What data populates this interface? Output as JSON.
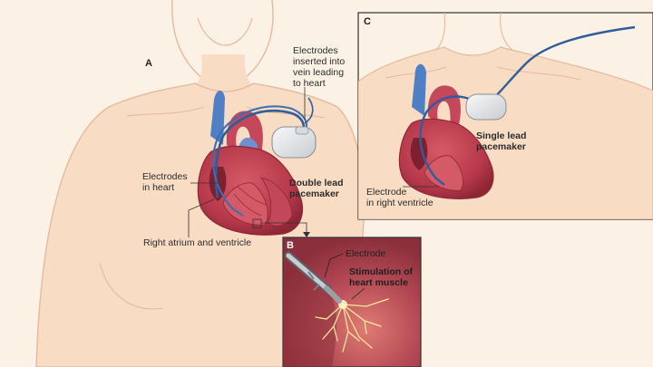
{
  "panels": {
    "a": {
      "letter": "A",
      "electrodes_vein_label": "Electrodes\ninserted into\nvein leading\nto heart",
      "electrodes_heart_label": "Electrodes\nin heart",
      "device_label": "Double lead\npacemaker",
      "chambers_label": "Right atrium and ventricle"
    },
    "b": {
      "letter": "B",
      "electrode_label": "Electrode",
      "stimulation_label": "Stimulation of\nheart muscle"
    },
    "c": {
      "letter": "C",
      "device_label": "Single lead\npacemaker",
      "electrode_label": "Electrode\nin right ventricle"
    }
  },
  "colors": {
    "background": "#fbf1e4",
    "skin": "#f8dcc4",
    "skin_outline": "#e6b99c",
    "heart": "#b6384a",
    "heart_dark": "#8e2636",
    "vein": "#4f7fc4",
    "lead_wire": "#2f5d9c",
    "device": "#e4e6e8",
    "inset_bg": "#b04652",
    "spark": "#ffe79a"
  },
  "icons": {
    "pacemaker": "pacemaker-device-icon",
    "electrode_tip": "electrode-tip-icon",
    "spark": "spark-icon"
  }
}
